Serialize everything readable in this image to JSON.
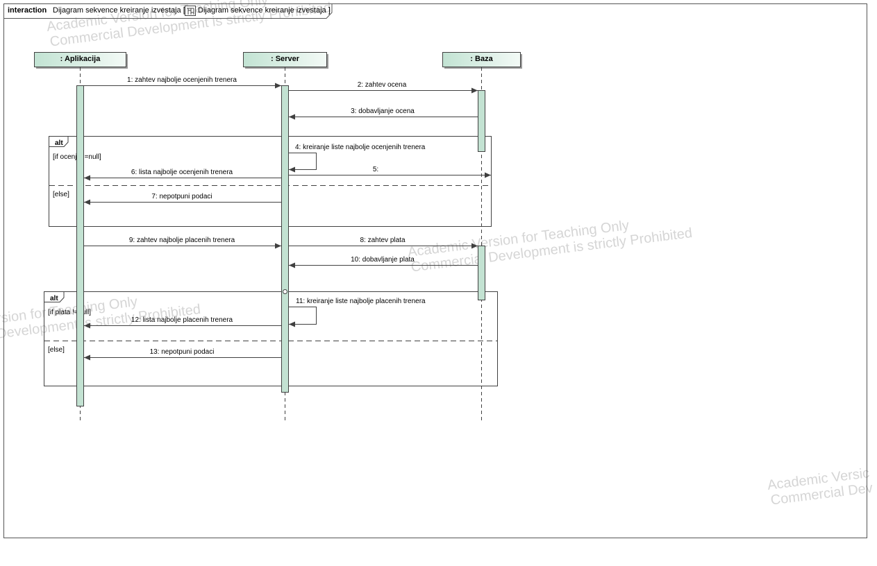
{
  "frame": {
    "keyword": "interaction",
    "title": "Dijagram sekvence kreiranje izvestaja [",
    "title_ref": "Dijagram sekvence kreiranje izvestaja ]"
  },
  "lifelines": [
    {
      "id": "app",
      "label": ": Aplikacija"
    },
    {
      "id": "server",
      "label": ": Server"
    },
    {
      "id": "baza",
      "label": ": Baza"
    }
  ],
  "messages": [
    {
      "label": "1:  zahtev najbolje ocenjenih trenera"
    },
    {
      "label": "2:  zahtev ocena"
    },
    {
      "label": "3:  dobavljanje ocena"
    },
    {
      "label": "4:  kreiranje liste najbolje ocenjenih trenera"
    },
    {
      "label": "5:"
    },
    {
      "label": "6:  lista najbolje ocenjenih trenera"
    },
    {
      "label": "7:  nepotpuni podaci"
    },
    {
      "label": "8:  zahtev plata"
    },
    {
      "label": "9:  zahtev najbolje placenih trenera"
    },
    {
      "label": "10:  dobavljanje plata"
    },
    {
      "label": "11:  kreiranje liste najbolje placenih trenera"
    },
    {
      "label": "12:  lista najbolje placenih trenera"
    },
    {
      "label": "13:  nepotpuni podaci"
    }
  ],
  "fragments": [
    {
      "operator": "alt",
      "guard_if": "[if ocenja !=null]",
      "guard_else": "[else]"
    },
    {
      "operator": "alt",
      "guard_if": "[if plata !=null]",
      "guard_else": "[else]"
    }
  ],
  "watermarks": [
    {
      "line1": "Academic Version for Teaching Only",
      "line2": "Commercial Development is strictly Prohibited"
    },
    {
      "line1": "Academic Version for Teaching Only",
      "line2": "Commercial Development is strictly Prohibited"
    },
    {
      "line1": "Academic Version for Teaching Only",
      "line2": "Commercial Development is strictly Prohibited"
    },
    {
      "line1": "Academic Versic",
      "line2": "Commercial Dev"
    }
  ],
  "colors": {
    "lifeline_fill": "#d3ebe0",
    "activation_fill": "#c3e2d2",
    "line": "#404040",
    "frame": "#555555"
  }
}
